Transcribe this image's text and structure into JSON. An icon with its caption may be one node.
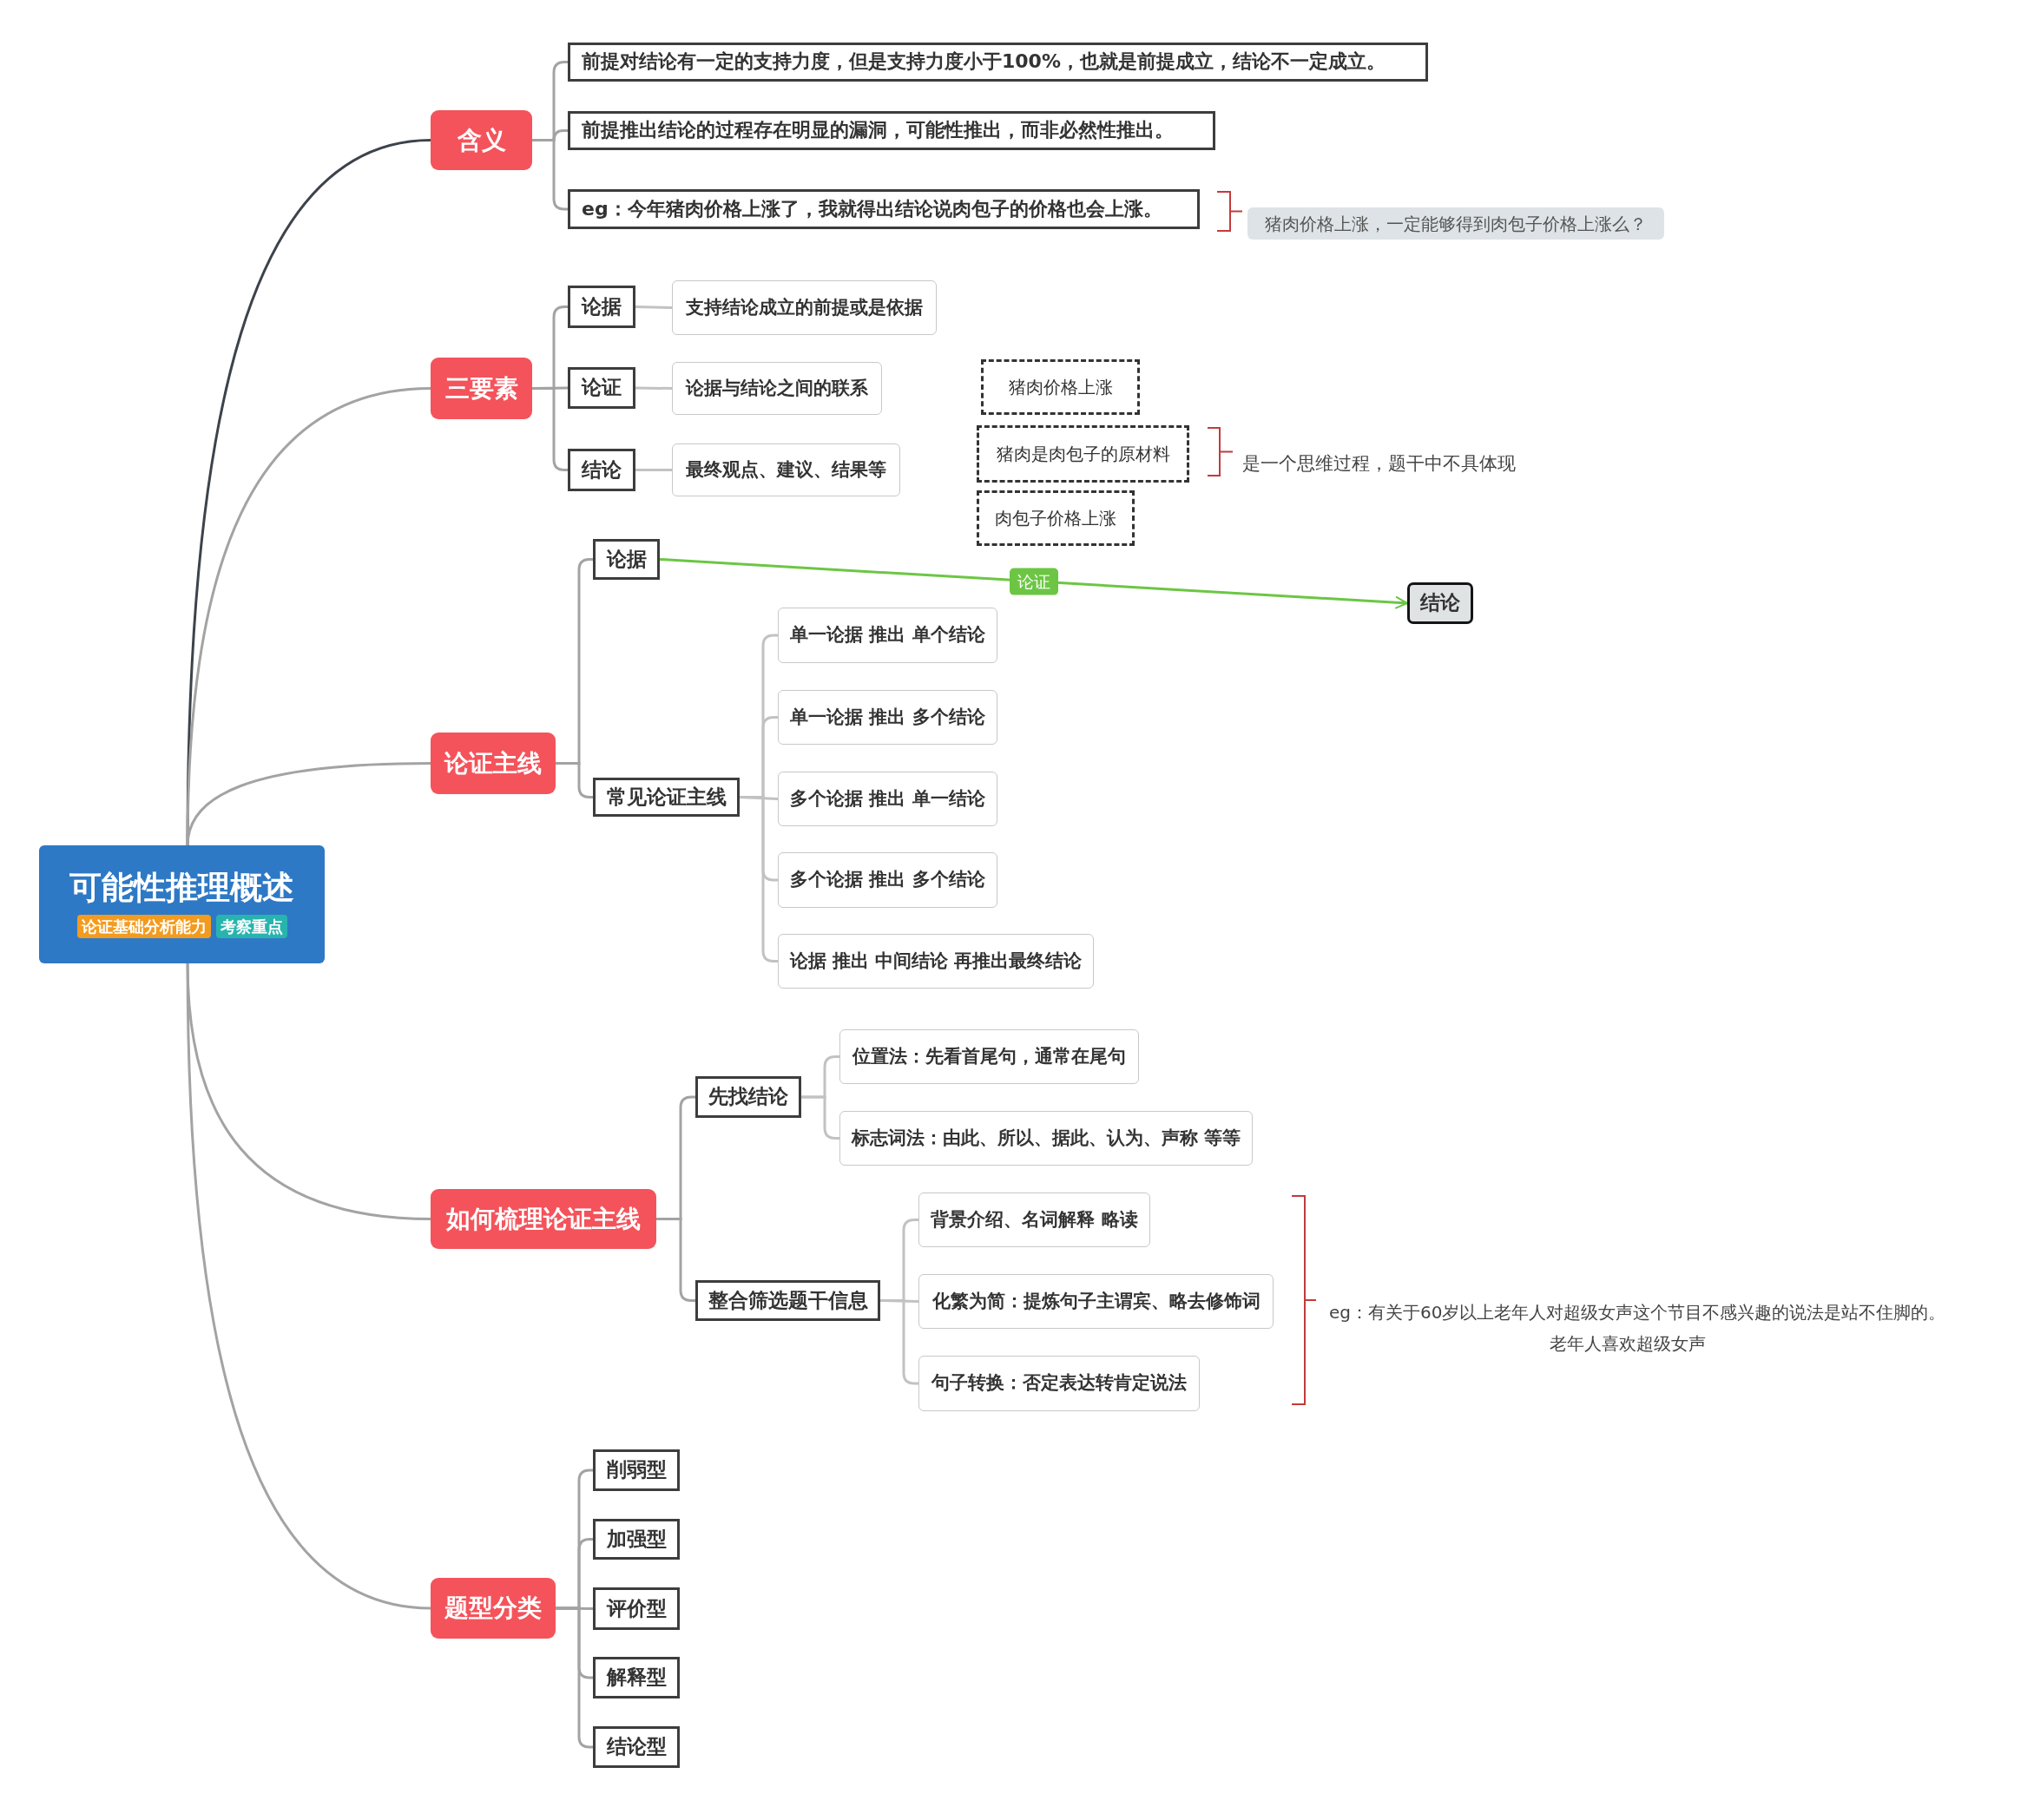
{
  "diagram": {
    "nodes": [
      {
        "text": [
          "可能性推理概述",
          "论证基础分析能力",
          "考察重点"
        ]
      },
      {
        "text": [
          "含义"
        ]
      },
      {
        "text": [
          "前提对结论有一定的支持力度，但是支持力度小于100%，也就是前提成立，结论不一定成立。"
        ]
      },
      {
        "text": [
          "前提推出结论的过程存在明显的漏洞，可能性推出，而非必然性推出。"
        ]
      },
      {
        "text": [
          "eg：今年猪肉价格上涨了，我就得出结论说肉包子的价格也会上涨。"
        ]
      },
      {
        "text": [
          "猪肉价格上涨，一定能够得到肉包子价格上涨么？"
        ]
      },
      {
        "text": [
          "三要素"
        ]
      },
      {
        "text": [
          "论据"
        ]
      },
      {
        "text": [
          "支持结论成立的前提或是依据"
        ]
      },
      {
        "text": [
          "论证"
        ]
      },
      {
        "text": [
          "论据与结论之间的联系"
        ]
      },
      {
        "text": [
          "结论"
        ]
      },
      {
        "text": [
          "最终观点、建议、结果等"
        ]
      },
      {
        "text": [
          "猪肉价格上涨"
        ]
      },
      {
        "text": [
          "猪肉是肉包子的原材料"
        ]
      },
      {
        "text": [
          "肉包子价格上涨"
        ]
      },
      {
        "text": [
          "论证主线"
        ]
      },
      {
        "text": [
          "论据"
        ]
      },
      {
        "text": [
          "结论"
        ]
      },
      {
        "text": [
          "常见论证主线"
        ]
      },
      {
        "text": [
          "单一论据 推出 单个结论"
        ]
      },
      {
        "text": [
          "单一论据 推出 多个结论"
        ]
      },
      {
        "text": [
          "多个论据 推出 单一结论"
        ]
      },
      {
        "text": [
          "多个论据 推出 多个结论"
        ]
      },
      {
        "text": [
          "论据 推出 中间结论 再推出最终结论"
        ]
      },
      {
        "text": [
          "如何梳理论证主线"
        ]
      },
      {
        "text": [
          "先找结论"
        ]
      },
      {
        "text": [
          "位置法：先看首尾句，通常在尾句"
        ]
      },
      {
        "text": [
          "标志词法：由此、所以、据此、认为、声称 等等"
        ]
      },
      {
        "text": [
          "整合筛选题干信息"
        ]
      },
      {
        "text": [
          "背景介绍、名词解释 略读"
        ]
      },
      {
        "text": [
          "化繁为简：提炼句子主谓宾、略去修饰词"
        ]
      },
      {
        "text": [
          "句子转换：否定表达转肯定说法"
        ]
      },
      {
        "text": [
          "题型分类"
        ]
      },
      {
        "text": [
          "削弱型"
        ]
      },
      {
        "text": [
          "加强型"
        ]
      },
      {
        "text": [
          "评价型"
        ]
      },
      {
        "text": [
          "解释型"
        ]
      },
      {
        "text": [
          "结论型"
        ]
      }
    ],
    "edges": [
      {
        "from": 0,
        "to": 1,
        "arrow": "none",
        "color": "#3d434b"
      },
      {
        "from": 1,
        "to": 2,
        "arrow": "none"
      },
      {
        "from": 1,
        "to": 3,
        "arrow": "none"
      },
      {
        "from": 1,
        "to": 4,
        "arrow": "none"
      },
      {
        "from": 0,
        "to": 6,
        "arrow": "none"
      },
      {
        "from": 6,
        "to": 7,
        "arrow": "none"
      },
      {
        "from": 7,
        "to": 8,
        "arrow": "none",
        "color": "#c2c2c2"
      },
      {
        "from": 6,
        "to": 9,
        "arrow": "none"
      },
      {
        "from": 9,
        "to": 10,
        "arrow": "none",
        "color": "#c2c2c2"
      },
      {
        "from": 6,
        "to": 11,
        "arrow": "none"
      },
      {
        "from": 11,
        "to": 12,
        "arrow": "none",
        "color": "#c2c2c2"
      },
      {
        "from": 0,
        "to": 16,
        "arrow": "none"
      },
      {
        "from": 16,
        "to": 17,
        "arrow": "none"
      },
      {
        "from": 17,
        "to": 18,
        "arrow": "to",
        "label": "论证",
        "color": "#6cc644"
      },
      {
        "from": 16,
        "to": 19,
        "arrow": "none"
      },
      {
        "from": 19,
        "to": 20,
        "arrow": "none",
        "color": "#c2c2c2"
      },
      {
        "from": 19,
        "to": 21,
        "arrow": "none",
        "color": "#c2c2c2"
      },
      {
        "from": 19,
        "to": 22,
        "arrow": "none",
        "color": "#c2c2c2"
      },
      {
        "from": 19,
        "to": 23,
        "arrow": "none",
        "color": "#c2c2c2"
      },
      {
        "from": 19,
        "to": 24,
        "arrow": "none",
        "color": "#c2c2c2"
      },
      {
        "from": 0,
        "to": 25,
        "arrow": "none"
      },
      {
        "from": 25,
        "to": 26,
        "arrow": "none"
      },
      {
        "from": 26,
        "to": 27,
        "arrow": "none",
        "color": "#c2c2c2"
      },
      {
        "from": 26,
        "to": 28,
        "arrow": "none",
        "color": "#c2c2c2"
      },
      {
        "from": 25,
        "to": 29,
        "arrow": "none"
      },
      {
        "from": 29,
        "to": 30,
        "arrow": "none",
        "color": "#c2c2c2"
      },
      {
        "from": 29,
        "to": 31,
        "arrow": "none",
        "color": "#c2c2c2"
      },
      {
        "from": 29,
        "to": 32,
        "arrow": "none",
        "color": "#c2c2c2"
      },
      {
        "from": 0,
        "to": 33,
        "arrow": "none"
      },
      {
        "from": 33,
        "to": 34,
        "arrow": "none"
      },
      {
        "from": 33,
        "to": 35,
        "arrow": "none"
      },
      {
        "from": 33,
        "to": 36,
        "arrow": "none"
      },
      {
        "from": 33,
        "to": 37,
        "arrow": "none"
      },
      {
        "from": 33,
        "to": 38,
        "arrow": "none"
      }
    ],
    "labels": [
      "是一个思维过程，题干中不具体现",
      "eg：有关于60岁以上老年人对超级女声这个节目不感兴趣的说法是站不住脚的。",
      "老年人喜欢超级女声"
    ]
  }
}
